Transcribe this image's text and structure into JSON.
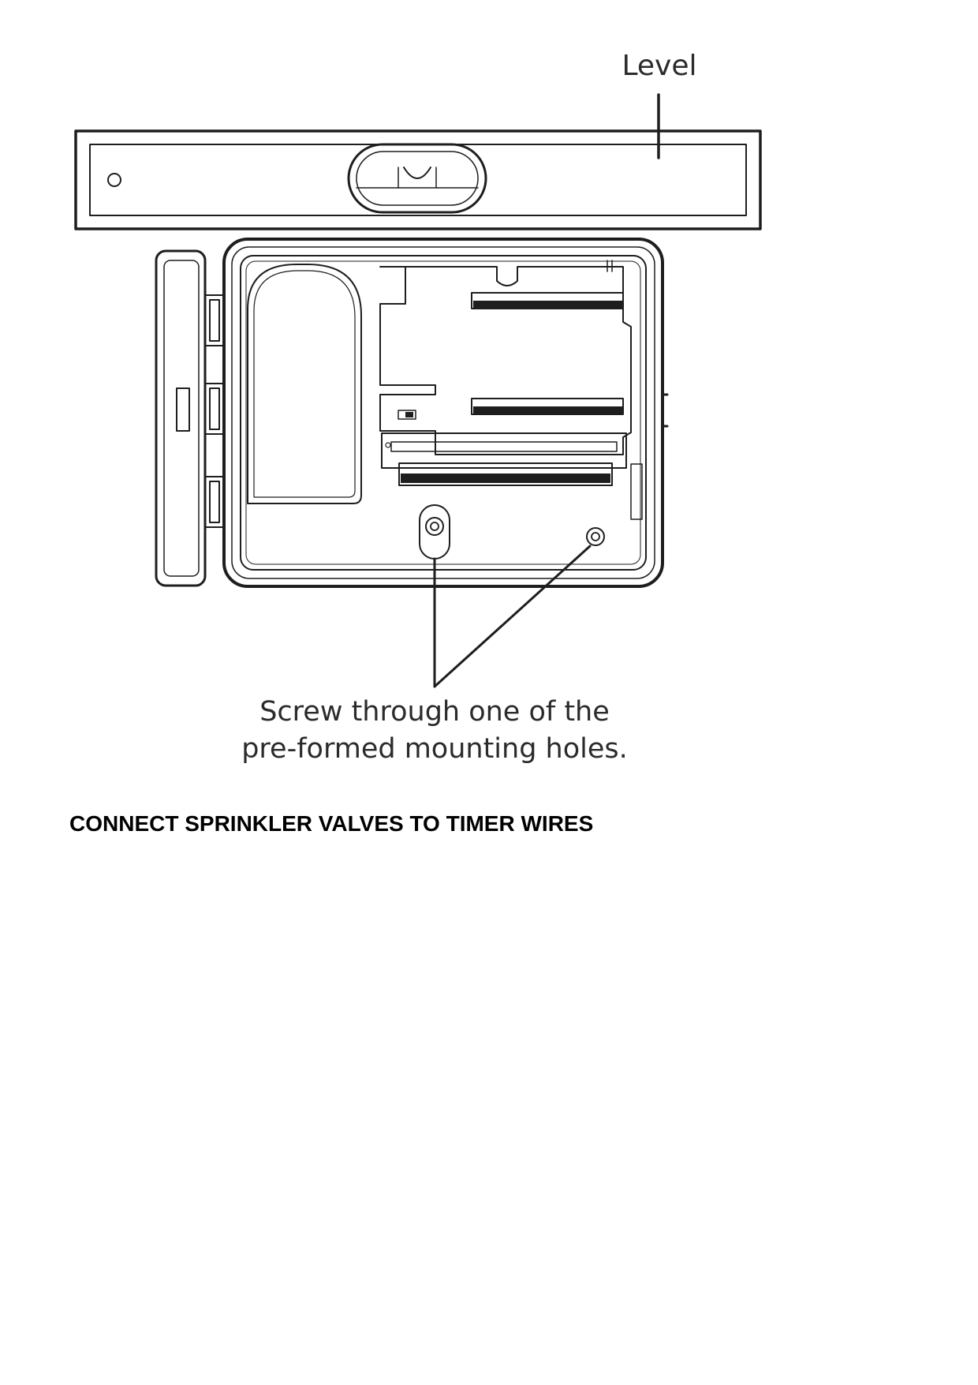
{
  "figure": {
    "level_label": "Level",
    "caption_line1": "Screw through one of the",
    "caption_line2": "pre-formed mounting holes."
  },
  "section": {
    "heading": "CONNECT SPRINKLER VALVES TO TIMER WIRES"
  }
}
